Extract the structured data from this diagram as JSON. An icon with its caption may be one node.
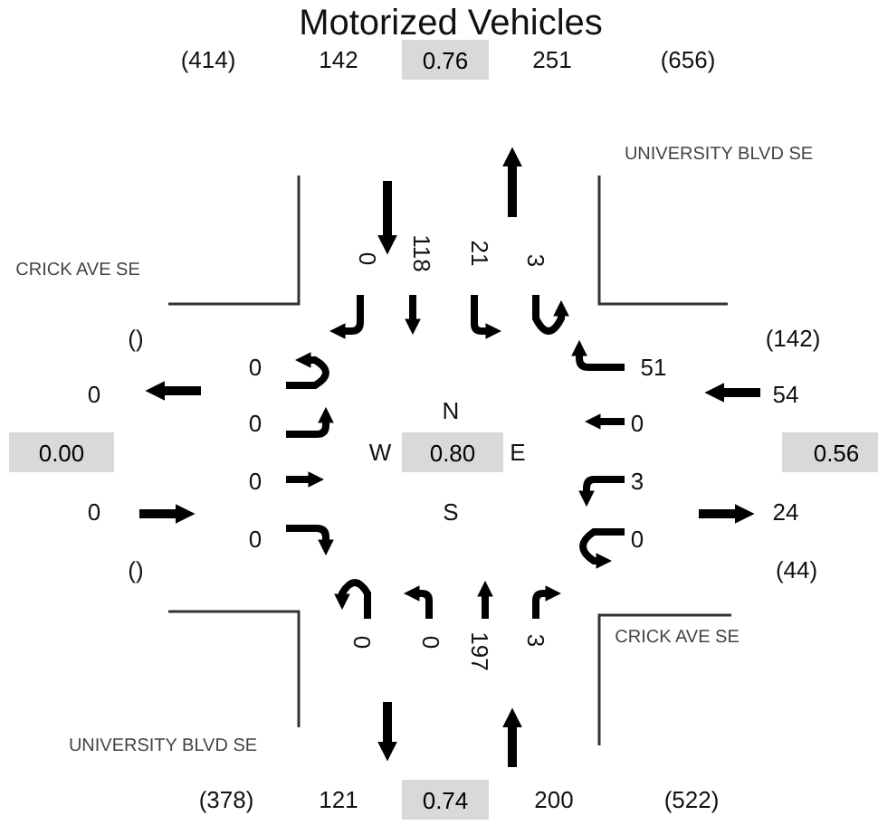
{
  "diagram": {
    "title": "Motorized Vehicles",
    "nodes": [
      {
        "text": [
          "0.76"
        ]
      },
      {
        "text": [
          "0.00"
        ]
      },
      {
        "text": [
          "0.80"
        ],
        "beside": [
          "N",
          "W",
          "E",
          "S"
        ]
      },
      {
        "text": [
          "0.56"
        ]
      },
      {
        "text": [
          "0.74"
        ]
      }
    ],
    "labels": [
      "(414)",
      "142",
      "251",
      "(656)",
      "UNIVERSITY BLVD SE",
      "CRICK AVE SE",
      "0",
      "118",
      "21",
      "3",
      "()",
      "(142)",
      "0",
      "51",
      "0",
      "54",
      "0",
      "0",
      "0",
      "3",
      "0",
      "24",
      "0",
      "0",
      "()",
      "(44)",
      "0",
      "0",
      "197",
      "3",
      "CRICK AVE SE",
      "UNIVERSITY BLVD SE",
      "(378)",
      "121",
      "200",
      "(522)"
    ]
  }
}
